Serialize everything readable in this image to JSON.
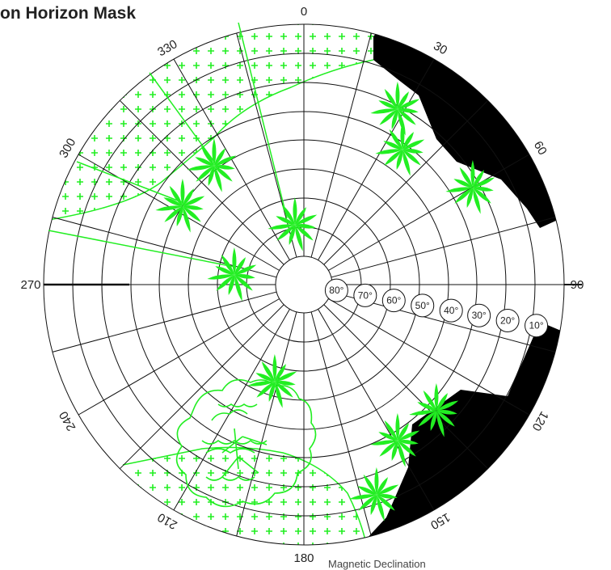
{
  "title": "on Horizon Mask",
  "azimuth_labels": [
    "0",
    "30",
    "60",
    "90",
    "120",
    "150",
    "180",
    "210",
    "240",
    "270",
    "300",
    "330"
  ],
  "altitude_labels": [
    "80°",
    "70°",
    "60°",
    "50°",
    "40°",
    "30°",
    "20°",
    "10°"
  ],
  "footer_text": "Magnetic Declination",
  "colors": {
    "vegetation": "#22ee22",
    "obstruction": "#000000",
    "grid": "#111111"
  },
  "icons": [
    "palm-tree-icon",
    "broadleaf-tree-icon"
  ]
}
